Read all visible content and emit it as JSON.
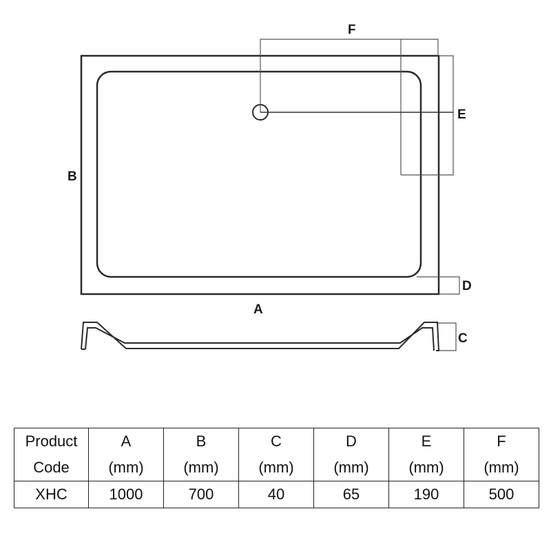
{
  "diagram": {
    "labels": {
      "A": "A",
      "B": "B",
      "C": "C",
      "D": "D",
      "E": "E",
      "F": "F"
    },
    "stroke_color": "#2a2a2a",
    "dimension_color": "#666666"
  },
  "table": {
    "headers": [
      {
        "line1": "Product",
        "line2": "Code"
      },
      {
        "line1": "A",
        "line2": "(mm)"
      },
      {
        "line1": "B",
        "line2": "(mm)"
      },
      {
        "line1": "C",
        "line2": "(mm)"
      },
      {
        "line1": "D",
        "line2": "(mm)"
      },
      {
        "line1": "E",
        "line2": "(mm)"
      },
      {
        "line1": "F",
        "line2": "(mm)"
      }
    ],
    "rows": [
      [
        "XHC",
        "1000",
        "700",
        "40",
        "65",
        "190",
        "500"
      ]
    ]
  }
}
